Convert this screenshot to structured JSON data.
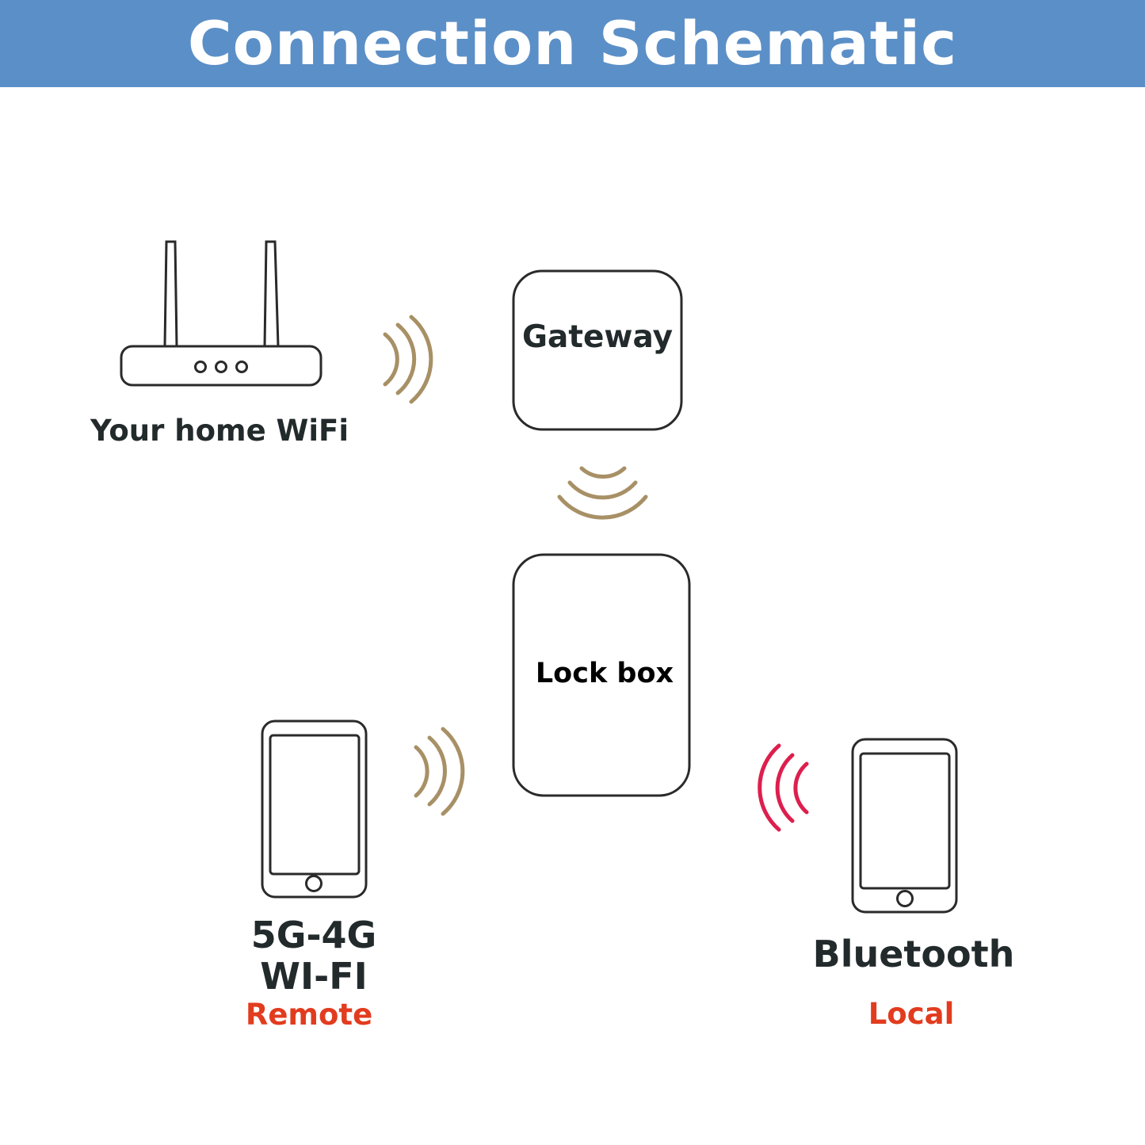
{
  "title": "Connection Schematic",
  "colors": {
    "banner": "#5b8fc7",
    "wave_gold": "#a89066",
    "wave_red": "#dd1f4e",
    "accent_red": "#e23c1f",
    "ink": "#222a2c"
  },
  "nodes": {
    "router": {
      "label": "Your home WiFi",
      "icon": "router-icon"
    },
    "gateway": {
      "label": "Gateway"
    },
    "lockbox": {
      "label": "Lock box"
    },
    "remote_phone": {
      "label_line1": "5G-4G",
      "label_line2": "WI-FI",
      "mode": "Remote",
      "icon": "smartphone-icon"
    },
    "local_phone": {
      "label": "Bluetooth",
      "mode": "Local",
      "icon": "smartphone-icon"
    }
  }
}
